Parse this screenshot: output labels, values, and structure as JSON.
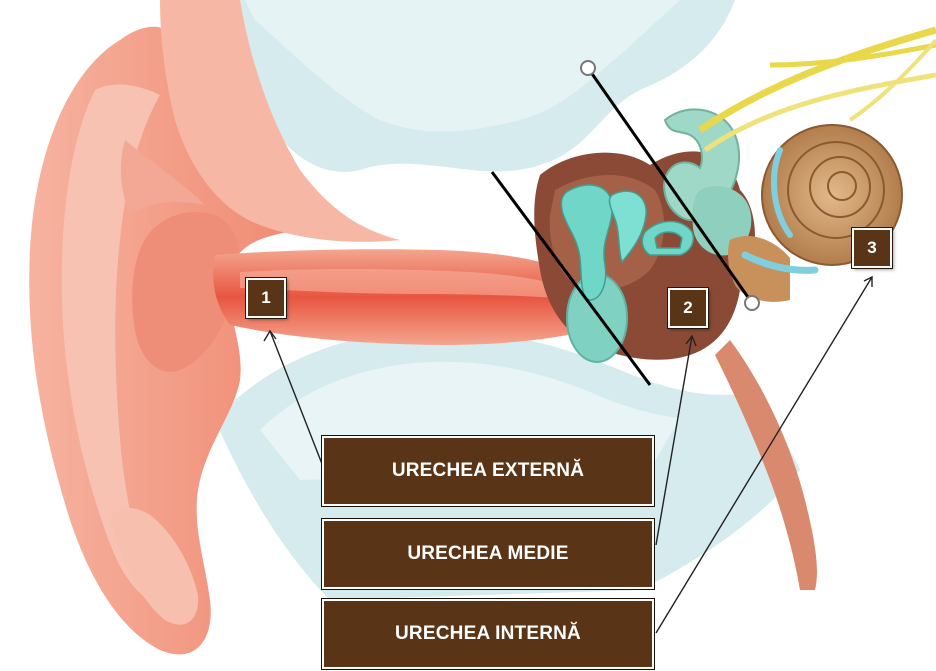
{
  "markers": [
    {
      "number": "1"
    },
    {
      "number": "2"
    },
    {
      "number": "3"
    }
  ],
  "labels": [
    {
      "text": "URECHEA EXTERNĂ"
    },
    {
      "text": "URECHEA MEDIE"
    },
    {
      "text": "URECHEA INTERNĂ"
    }
  ],
  "colors": {
    "label_background": "#5a3416",
    "label_text": "#ffffff",
    "skin": "#f2a08c",
    "canal": "#e8604a",
    "bone": "#cfe6ea",
    "ossicles": "#6fd6c8",
    "cochlea": "#c8915c",
    "nerve": "#e8d84a"
  }
}
